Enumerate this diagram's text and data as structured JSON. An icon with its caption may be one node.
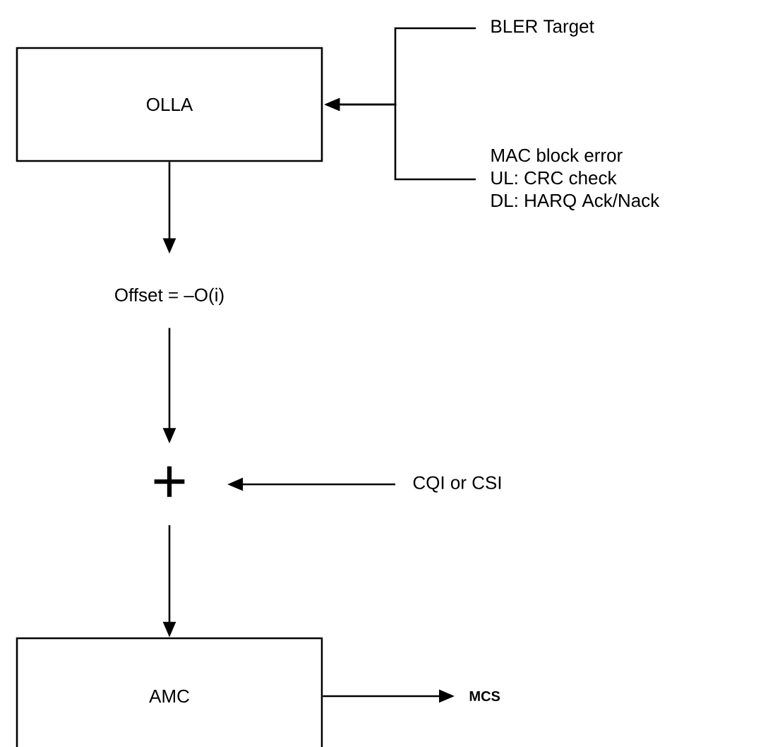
{
  "diagram": {
    "nodes": [
      {
        "text": [
          "OLLA"
        ]
      },
      {
        "text": [
          "BLER Target"
        ]
      },
      {
        "text": [
          "MAC block error",
          "UL: CRC check",
          "DL: HARQ Ack/Nack"
        ]
      },
      {
        "text": [
          "Offset = –O(i)"
        ]
      },
      {
        "text": [
          "+"
        ]
      },
      {
        "text": [
          "CQI or CSI"
        ]
      },
      {
        "text": [
          "AMC"
        ]
      },
      {
        "text": [
          "MCS"
        ]
      }
    ],
    "edges": [
      {
        "from": 1,
        "to": 0,
        "arrow": "to"
      },
      {
        "from": 2,
        "to": 0,
        "arrow": "to"
      },
      {
        "from": 0,
        "to": 3,
        "arrow": "to"
      },
      {
        "from": 3,
        "to": 4,
        "arrow": "to"
      },
      {
        "from": 5,
        "to": 4,
        "arrow": "to"
      },
      {
        "from": 4,
        "to": 6,
        "arrow": "to"
      },
      {
        "from": 6,
        "to": 7,
        "arrow": "to"
      }
    ]
  }
}
